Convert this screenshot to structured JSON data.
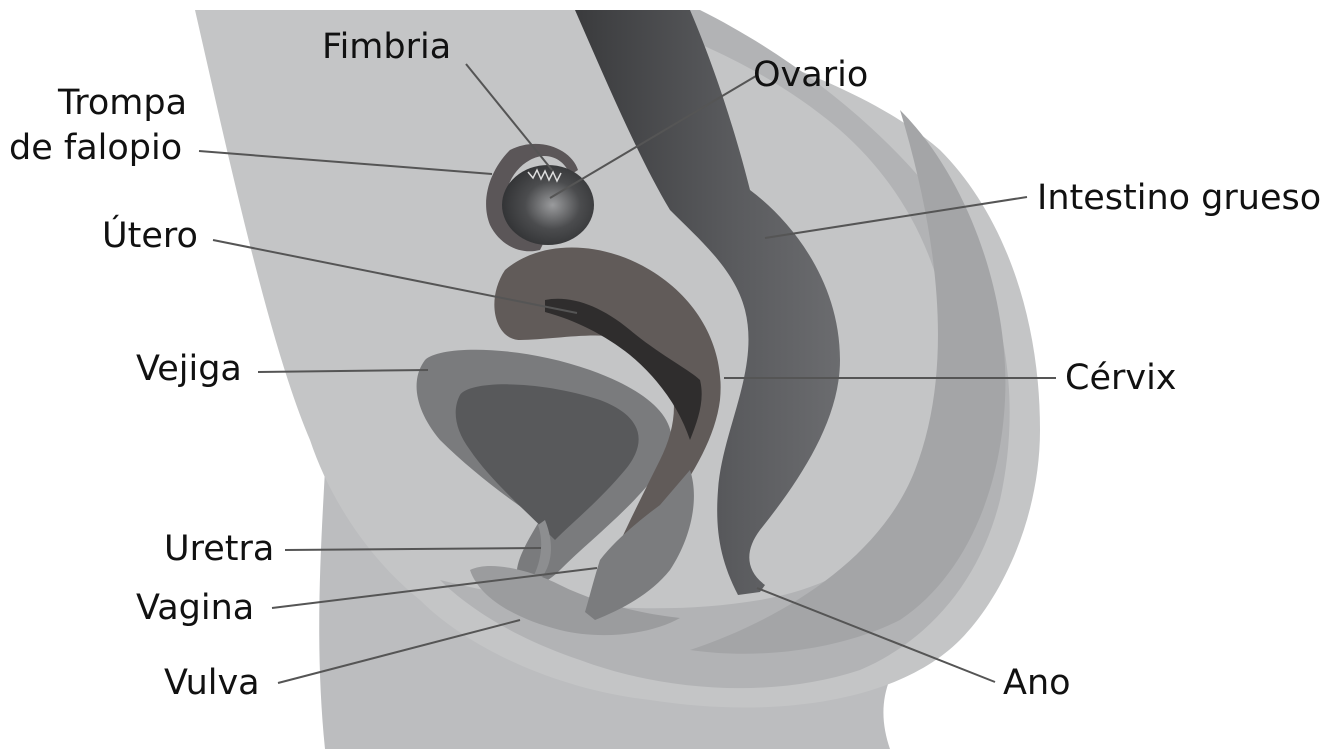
{
  "labels": {
    "fimbria": "Fimbria",
    "trompa_line1": "Trompa",
    "trompa_line2": "de falopio",
    "utero": "Útero",
    "vejiga": "Vejiga",
    "uretra": "Uretra",
    "vagina": "Vagina",
    "vulva": "Vulva",
    "ovario": "Ovario",
    "intestino": "Intestino grueso",
    "cervix": "Cérvix",
    "ano": "Ano"
  },
  "colors": {
    "body_outer": "#c4c5c6",
    "body_mid": "#b2b3b5",
    "body_inner": "#a4a5a7",
    "leg": "#bcbdbf",
    "intestine": "#56575a",
    "uterus": "#615b59",
    "bladder": "#6b6c6e",
    "ovary": "#3e3f41",
    "leader": "#555555"
  }
}
